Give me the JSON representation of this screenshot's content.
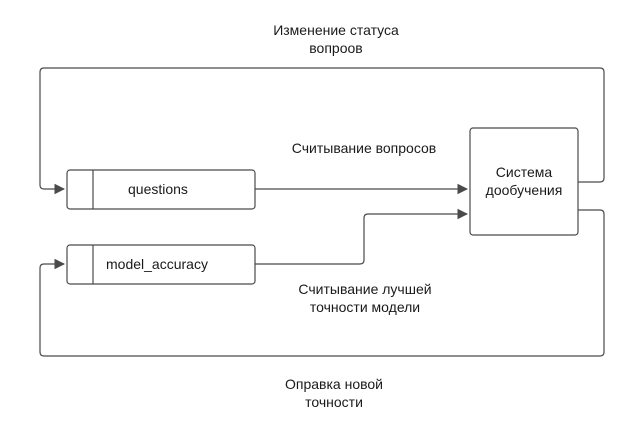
{
  "diagram": {
    "nodes": {
      "questions": {
        "label": "questions"
      },
      "model_accuracy": {
        "label": "model_accuracy"
      },
      "system": {
        "label_line1": "Система",
        "label_line2": "дообучения"
      }
    },
    "edges": {
      "status_change": {
        "label_line1": "Изменение статуса",
        "label_line2": "вопроов"
      },
      "read_questions": {
        "label_line1": "Считывание вопросов"
      },
      "read_best_accuracy": {
        "label_line1": "Считывание лучшей",
        "label_line2": "точности модели"
      },
      "send_new_accuracy": {
        "label_line1": "Оправка новой",
        "label_line2": "точности"
      }
    },
    "colors": {
      "stroke": "#4a4a4a",
      "fill": "#ffffff",
      "text": "#1a1a1a"
    }
  }
}
